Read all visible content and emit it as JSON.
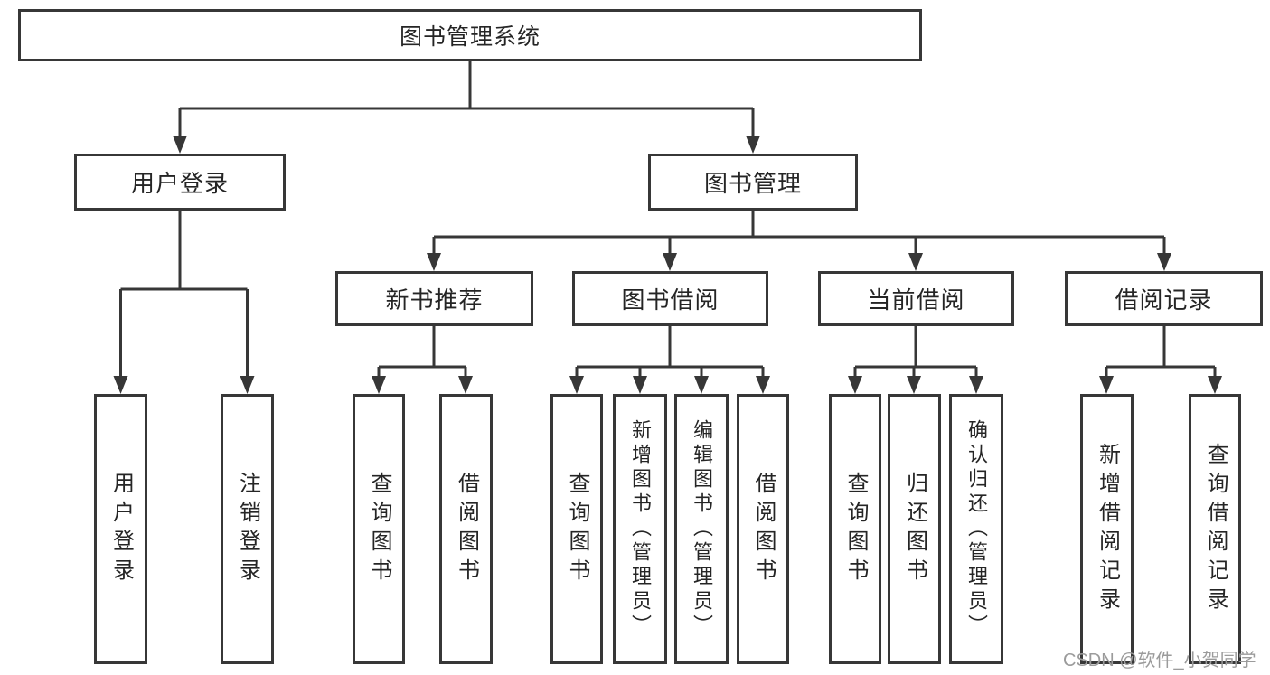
{
  "diagram": {
    "type": "tree",
    "tree": {
      "label": "图书管理系统",
      "children": [
        {
          "label": "用户登录",
          "children": [
            {
              "label": "用户登录"
            },
            {
              "label": "注销登录"
            }
          ]
        },
        {
          "label": "图书管理",
          "children": [
            {
              "label": "新书推荐",
              "children": [
                {
                  "label": "查询图书"
                },
                {
                  "label": "借阅图书"
                }
              ]
            },
            {
              "label": "图书借阅",
              "children": [
                {
                  "label": "查询图书"
                },
                {
                  "label": "新增图书（管理员）"
                },
                {
                  "label": "编辑图书（管理员）"
                },
                {
                  "label": "借阅图书"
                }
              ]
            },
            {
              "label": "当前借阅",
              "children": [
                {
                  "label": "查询图书"
                },
                {
                  "label": "归还图书"
                },
                {
                  "label": "确认归还（管理员）"
                }
              ]
            },
            {
              "label": "借阅记录",
              "children": [
                {
                  "label": "新增借阅记录"
                },
                {
                  "label": "查询借阅记录"
                }
              ]
            }
          ]
        }
      ]
    }
  },
  "watermark": {
    "text": "CSDN @软件_小贺同学",
    "color": "#9b9b9b"
  },
  "colors": {
    "line": "#373737",
    "box_border": "#373737",
    "text": "#252525",
    "background": "#ffffff"
  }
}
